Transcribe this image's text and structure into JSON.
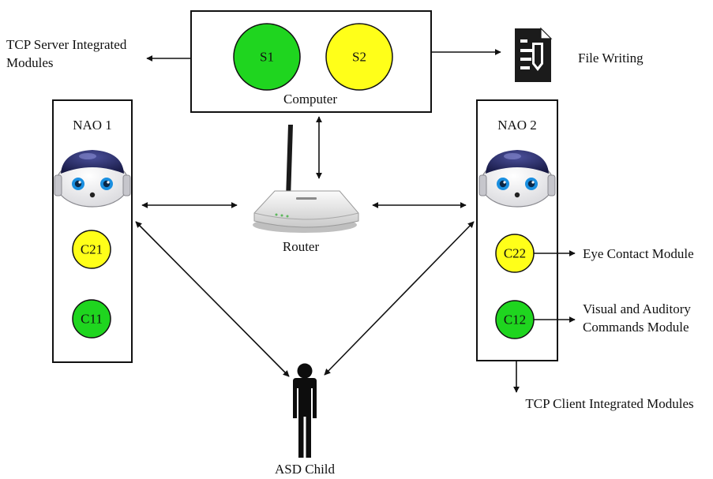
{
  "computer": {
    "label": "Computer",
    "servers": [
      {
        "id": "S1",
        "color": "#1fd51f"
      },
      {
        "id": "S2",
        "color": "#ffff19"
      }
    ]
  },
  "tcp_server_label": {
    "line1": "TCP Server Integrated",
    "line2": "Modules"
  },
  "file_writing": {
    "label": "File Writing",
    "icon": "document-pen-icon"
  },
  "nao1": {
    "label": "NAO 1",
    "icon": "nao-robot-icon",
    "clients": [
      {
        "id": "C21",
        "color": "#ffff19"
      },
      {
        "id": "C11",
        "color": "#1fd51f"
      }
    ]
  },
  "nao2": {
    "label": "NAO 2",
    "icon": "nao-robot-icon",
    "clients": [
      {
        "id": "C22",
        "color": "#ffff19"
      },
      {
        "id": "C12",
        "color": "#1fd51f"
      }
    ]
  },
  "router": {
    "label": "Router",
    "icon": "wifi-router-icon"
  },
  "modules": {
    "eye_contact": "Eye Contact Module",
    "visual_auditory_line1": "Visual and Auditory",
    "visual_auditory_line2": "Commands Module",
    "tcp_client": "TCP Client Integrated Modules"
  },
  "child": {
    "label": "ASD Child",
    "icon": "person-icon"
  }
}
